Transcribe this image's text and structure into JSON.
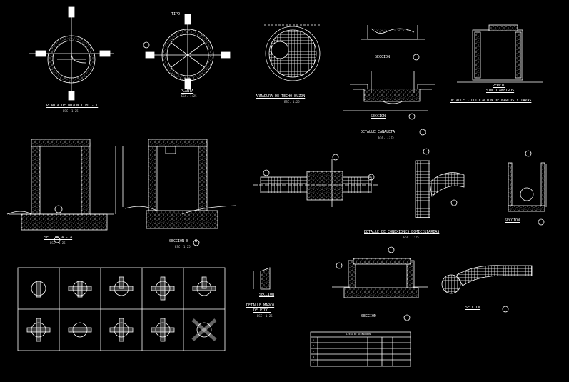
{
  "canvas": {
    "background": "#000000",
    "line_color": "#ffffff",
    "accent_color": "#00ff00"
  },
  "labels": {
    "planta1": "PLANTA DE BUZON TIPO - I",
    "planta1_scale": "ESC. 1:25",
    "planta2": "PLANTA",
    "planta2_scale": "ESC. 1:25",
    "armadura": "ARMADURA DE TECHO BUZON",
    "armadura_scale": "ESC. 1:25",
    "seccion_a": "SECCION",
    "seccion_b": "SECCION",
    "detalle_canaleta": "DETALLE CANALETA",
    "canaleta_scale": "ESC. 1:25",
    "perfil": "PERFIL",
    "sin_diametros": "SIN DIAMETROS",
    "detalle_marcos": "DETALLE - COLOCACION DE MARCOS Y TAPAS",
    "seccion_aa": "SECCION A - A",
    "seccion_aa_scale": "ESC. 1:25",
    "seccion_bb": "SECCION B - B",
    "seccion_bb_scale": "ESC. 1:25",
    "seccion_right": "SECCION",
    "detalle_conexiones": "DETALLE DE CONEXIONES DOMICILIARIAS",
    "conexiones_scale": "ESC. 1:25",
    "seccion_small": "SECCION",
    "detalle_marco": "DETALLE MARCO",
    "de_ptdo": "DE PTDO.",
    "ptdo_scale": "ESC. 1:25",
    "seccion_bottom1": "SECCION",
    "seccion_bottom2": "SECCION",
    "tag_tipo": "TIPO",
    "tag_a": "A",
    "tag_b": "B",
    "table_title": "LISTA DE ACCESORIOS"
  },
  "table_rows": [
    "1",
    "2",
    "3",
    "4",
    "5"
  ]
}
